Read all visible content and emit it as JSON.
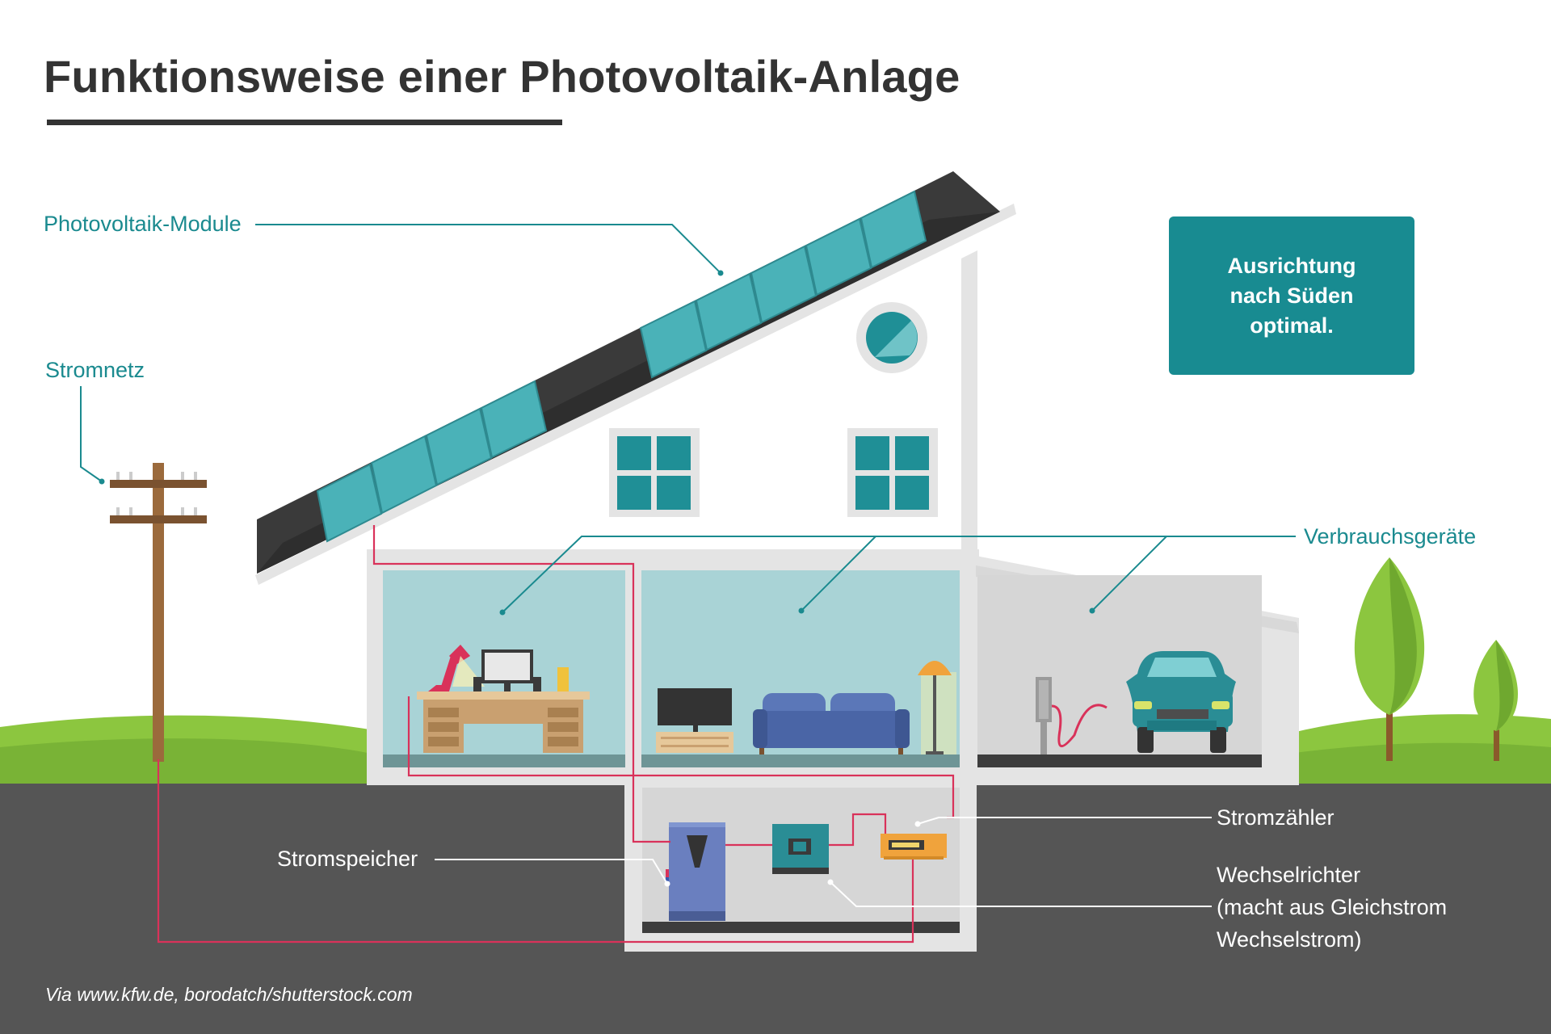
{
  "title": "Funktionsweise einer Photovoltaik-Anlage",
  "labels": {
    "pv_modules": "Photovoltaik-Module",
    "grid": "Stromnetz",
    "consumers": "Verbrauchsgeräte",
    "meter": "Stromzähler",
    "storage": "Stromspeicher",
    "inverter_line1": "Wechselrichter",
    "inverter_line2": "(macht aus Gleichstrom",
    "inverter_line3": "Wechselstrom)"
  },
  "note": "Ausrichtung\nnach Süden\noptimal.",
  "credit": "Via www.kfw.de, borodatch/shutterstock.com",
  "colors": {
    "accent_teal": "#188b91",
    "ground": "#555555",
    "grass": "#8cc63f",
    "wall": "#e4e4e4",
    "room": "#a9d3d6",
    "wire": "#d9325a",
    "roof": "#3a3a3a",
    "text_dark": "#333333"
  },
  "icons": [
    "solar-panel-icon",
    "power-pole-icon",
    "desk-icon",
    "desk-lamp-icon",
    "monitor-icon",
    "tv-icon",
    "sofa-icon",
    "floor-lamp-icon",
    "car-icon",
    "charging-station-icon",
    "battery-storage-icon",
    "inverter-icon",
    "power-meter-icon",
    "tree-icon"
  ]
}
